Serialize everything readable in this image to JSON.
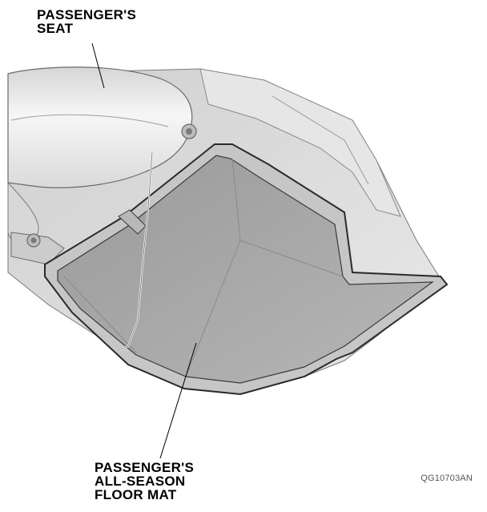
{
  "colors": {
    "seat_fill": "#ececec",
    "floor_fill": "#dcdcdc",
    "mat_fill": "#a8a8a8",
    "mat_rim": "#c2c2c2",
    "outline": "#2a2a2a"
  },
  "labels": {
    "seat": [
      "PASSENGER'S",
      "SEAT"
    ],
    "floor_mat": [
      "PASSENGER'S",
      "ALL-SEASON",
      "FLOOR MAT"
    ]
  },
  "figure_code": "QG10703AN"
}
